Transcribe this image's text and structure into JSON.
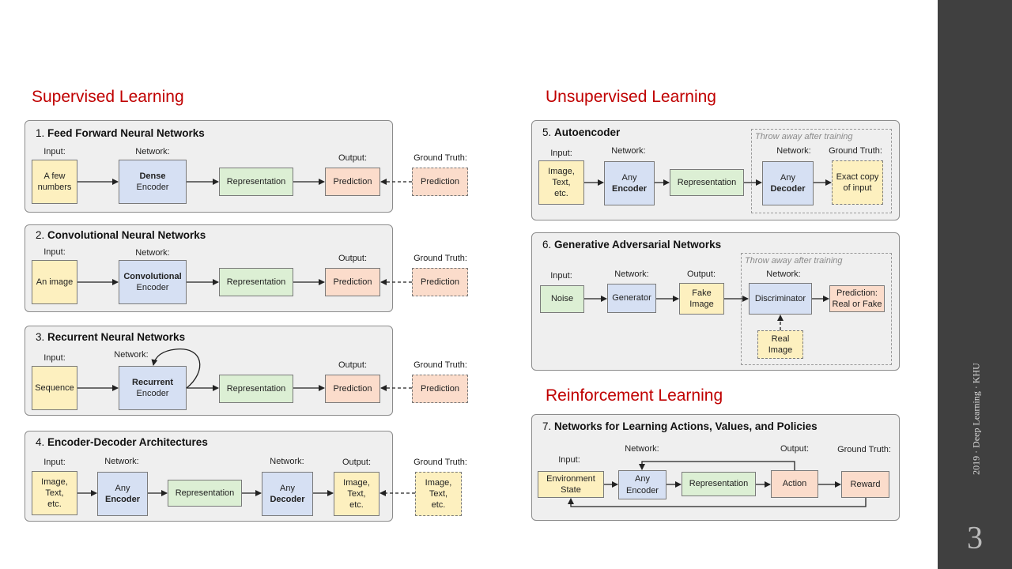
{
  "headings": {
    "supervised": "Supervised Learning",
    "unsupervised": "Unsupervised Learning",
    "reinforcement": "Reinforcement Learning"
  },
  "panels": {
    "p1": {
      "num": "1. ",
      "title": "Feed Forward Neural Networks"
    },
    "p2": {
      "num": "2. ",
      "title": "Convolutional Neural Networks"
    },
    "p3": {
      "num": "3. ",
      "title": "Recurrent Neural Networks"
    },
    "p4": {
      "num": "4. ",
      "title": "Encoder-Decoder Architectures"
    },
    "p5": {
      "num": "5. ",
      "title": "Autoencoder"
    },
    "p6": {
      "num": "6. ",
      "title": "Generative Adversarial Networks"
    },
    "p7": {
      "num": "7. ",
      "title": "Networks for Learning Actions, Values, and Policies"
    }
  },
  "labels": {
    "input": "Input:",
    "network": "Network:",
    "output": "Output:",
    "ground_truth": "Ground Truth:",
    "throw_away": "Throw away after training"
  },
  "boxes": {
    "p1_input": [
      "A few",
      "numbers"
    ],
    "p1_net": [
      "Dense",
      "Encoder"
    ],
    "representation": "Representation",
    "prediction": "Prediction",
    "p2_input": "An image",
    "p2_net": [
      "Convolutional",
      "Encoder"
    ],
    "p3_input": "Sequence",
    "p3_net": [
      "Recurrent",
      "Encoder"
    ],
    "image_text_etc": [
      "Image,",
      "Text,",
      "etc."
    ],
    "any": "Any",
    "encoder": "Encoder",
    "decoder": "Decoder",
    "exact_copy": [
      "Exact copy",
      "of input"
    ],
    "noise": "Noise",
    "generator": "Generator",
    "fake_image": [
      "Fake",
      "Image"
    ],
    "discriminator": "Discriminator",
    "real_or_fake": [
      "Prediction:",
      "Real or Fake"
    ],
    "real_image": [
      "Real",
      "Image"
    ],
    "env_state": [
      "Environment",
      "State"
    ],
    "action": "Action",
    "reward": "Reward"
  },
  "sidebar": {
    "footer": "2019 · Deep Learning · KHU",
    "page_number": "3"
  },
  "colors": {
    "heading_red": "#c00000",
    "input_yellow": "#fdf0bf",
    "network_blue": "#d6e0f3",
    "representation_green": "#dcefd4",
    "output_orange": "#fbdccb",
    "sidebar_gray": "#404040"
  }
}
